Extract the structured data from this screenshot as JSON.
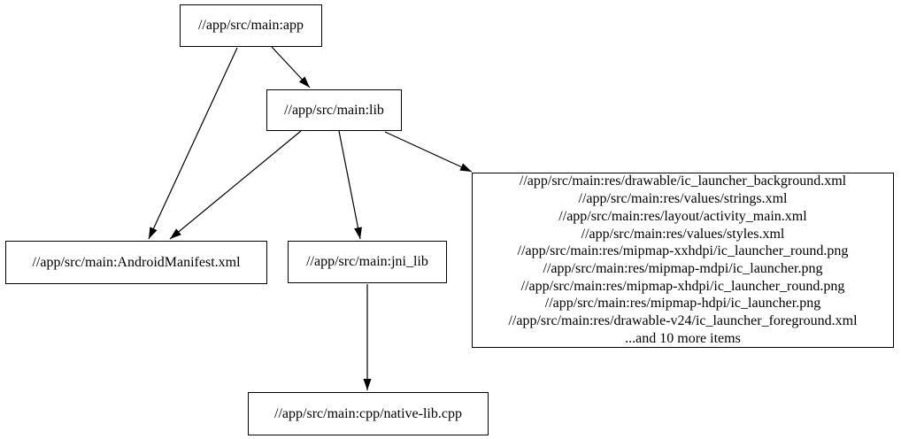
{
  "graph": {
    "background_color": "#ffffff",
    "node_border_color": "#000000",
    "node_fill_color": "#ffffff",
    "edge_color": "#000000",
    "nodes": {
      "app": {
        "label": "//app/src/main:app"
      },
      "lib": {
        "label": "//app/src/main:lib"
      },
      "manifest": {
        "label": "//app/src/main:AndroidManifest.xml"
      },
      "jni_lib": {
        "label": "//app/src/main:jni_lib"
      },
      "native_lib": {
        "label": "//app/src/main:cpp/native-lib.cpp"
      },
      "resources": {
        "lines": [
          "//app/src/main:res/drawable/ic_launcher_background.xml",
          "//app/src/main:res/values/strings.xml",
          "//app/src/main:res/layout/activity_main.xml",
          "//app/src/main:res/values/styles.xml",
          "//app/src/main:res/mipmap-xxhdpi/ic_launcher_round.png",
          "//app/src/main:res/mipmap-mdpi/ic_launcher.png",
          "//app/src/main:res/mipmap-xhdpi/ic_launcher_round.png",
          "//app/src/main:res/mipmap-hdpi/ic_launcher.png",
          "//app/src/main:res/drawable-v24/ic_launcher_foreground.xml",
          "...and 10 more items"
        ]
      }
    },
    "edges": [
      {
        "from": "app",
        "to": "lib"
      },
      {
        "from": "app",
        "to": "manifest"
      },
      {
        "from": "lib",
        "to": "manifest"
      },
      {
        "from": "lib",
        "to": "jni_lib"
      },
      {
        "from": "lib",
        "to": "resources"
      },
      {
        "from": "jni_lib",
        "to": "native_lib"
      }
    ]
  }
}
